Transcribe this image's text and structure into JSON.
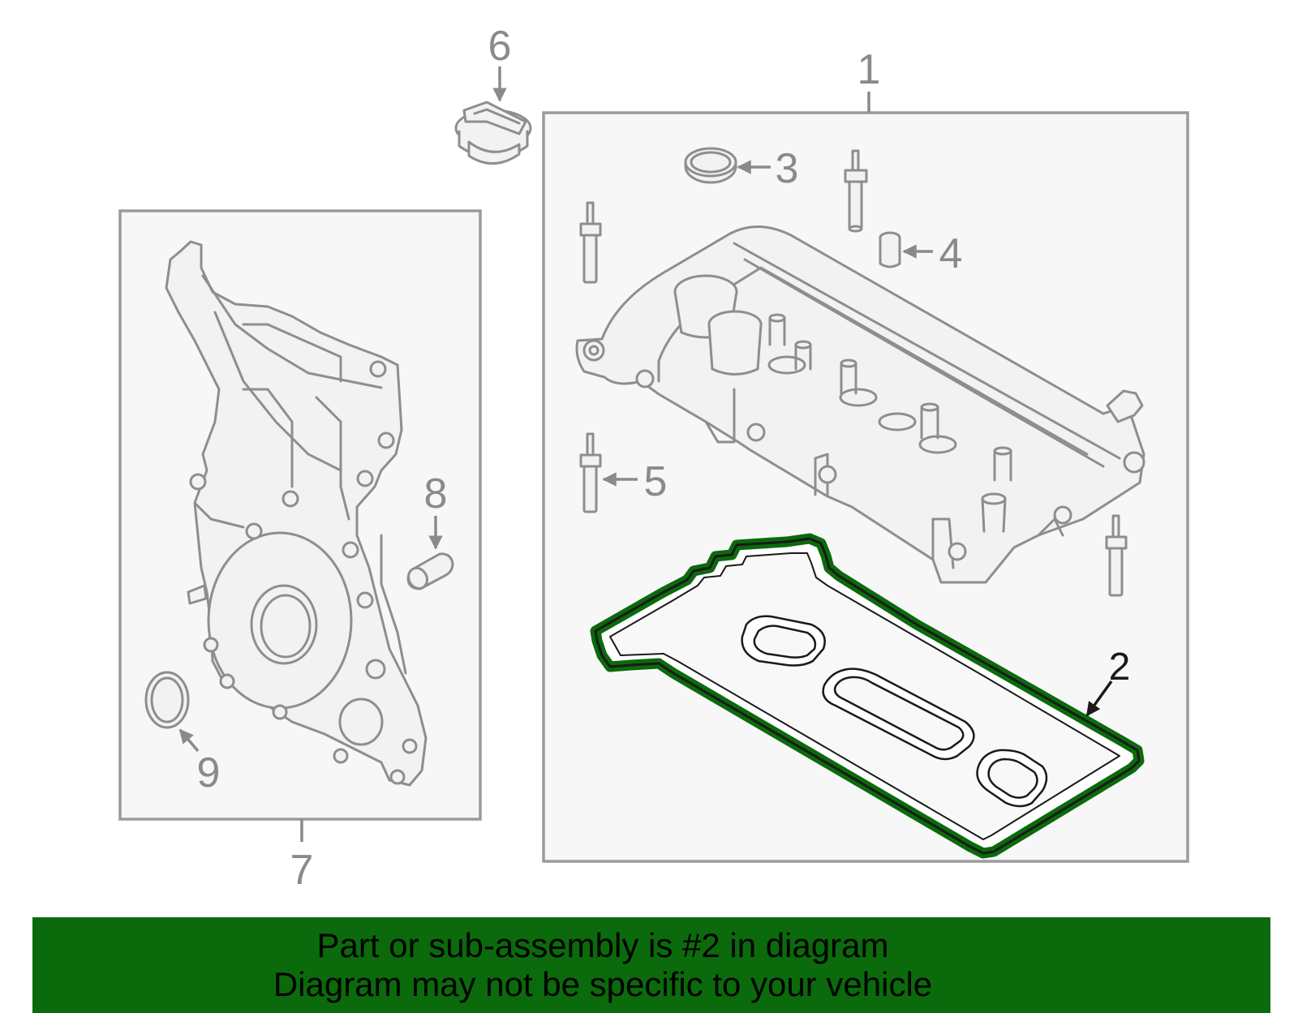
{
  "callouts": {
    "c1": "1",
    "c2": "2",
    "c3": "3",
    "c4": "4",
    "c5": "5",
    "c6": "6",
    "c7": "7",
    "c8": "8",
    "c9": "9"
  },
  "banner": {
    "line1": "Part or sub-assembly is #2 in diagram",
    "line2": "Diagram may not be specific to your vehicle"
  },
  "colors": {
    "highlight": "#0b6a0b",
    "gasket_fill": "#ffffff",
    "line_gray": "#8e8e8e"
  }
}
